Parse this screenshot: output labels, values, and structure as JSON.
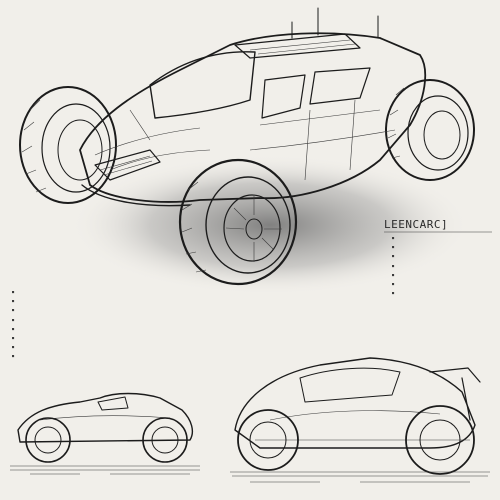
{
  "right_panel": {
    "heading": "LEENCARC]",
    "spec_lines": [
      "",
      "",
      "",
      "",
      "",
      "",
      ""
    ]
  },
  "left_panel": {
    "heading": "",
    "subheading": "",
    "spec_lines": [
      "",
      "",
      "",
      "",
      "",
      "",
      "",
      ""
    ]
  },
  "views": [
    "isometric-hero-view",
    "side-profile-view",
    "three-quarter-rear-view"
  ],
  "colors": {
    "paper": "#f1efea",
    "ink": "#1c1c1c",
    "shadow": "#8a8a8a"
  }
}
